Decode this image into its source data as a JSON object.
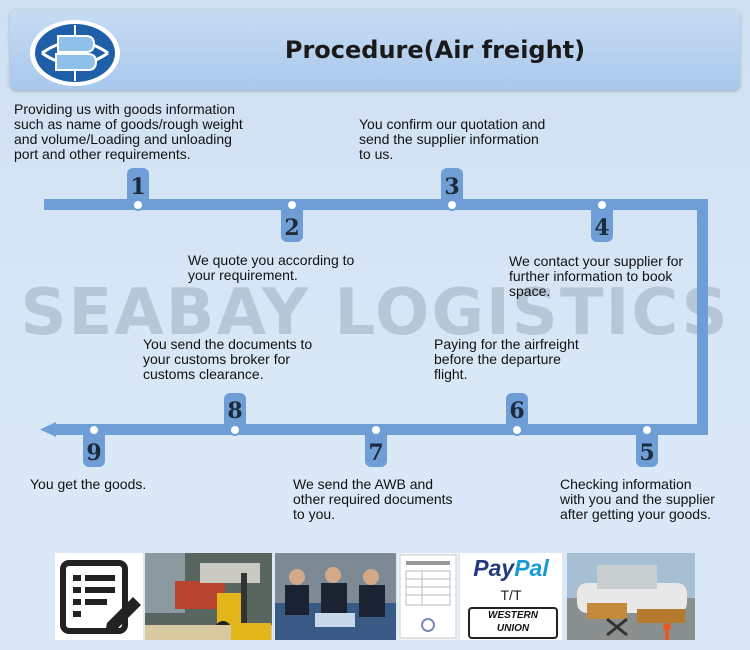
{
  "header": {
    "title": "Procedure(Air freight)"
  },
  "watermark": "SEABAY LOGISTICS",
  "steps": [
    {
      "num": "1",
      "text": "Providing us with goods information\nsuch as name of goods/rough weight\nand volume/Loading and unloading\nport and other requirements."
    },
    {
      "num": "2",
      "text": "We quote you according to\nyour requirement."
    },
    {
      "num": "3",
      "text": "You confirm our quotation and\nsend the supplier information\nto us."
    },
    {
      "num": "4",
      "text": "We contact your supplier for\nfurther information to book\nspace."
    },
    {
      "num": "5",
      "text": "Checking  information\nwith you and the supplier\nafter getting your goods."
    },
    {
      "num": "6",
      "text": "Paying for the airfreight\nbefore the departure\nflight."
    },
    {
      "num": "7",
      "text": "We send the AWB and\nother required documents\nto you."
    },
    {
      "num": "8",
      "text": "You send the documents to\nyour customs broker for\ncustoms clearance."
    },
    {
      "num": "9",
      "text": "You get the goods."
    }
  ],
  "payment": {
    "paypal_a": "Pay",
    "paypal_b": "Pal",
    "tt": "T/T",
    "wu_a": "WESTERN",
    "wu_b": "UNION"
  },
  "colors": {
    "track": "#6f9ed6",
    "paypal_dark": "#253b80",
    "paypal_light": "#179bd7"
  },
  "icons": [
    "seabay-logo-icon",
    "document-edit-icon",
    "forklift-photo",
    "customs-officers-photo",
    "invoice-document-photo",
    "airport-cargo-loading-photo"
  ]
}
